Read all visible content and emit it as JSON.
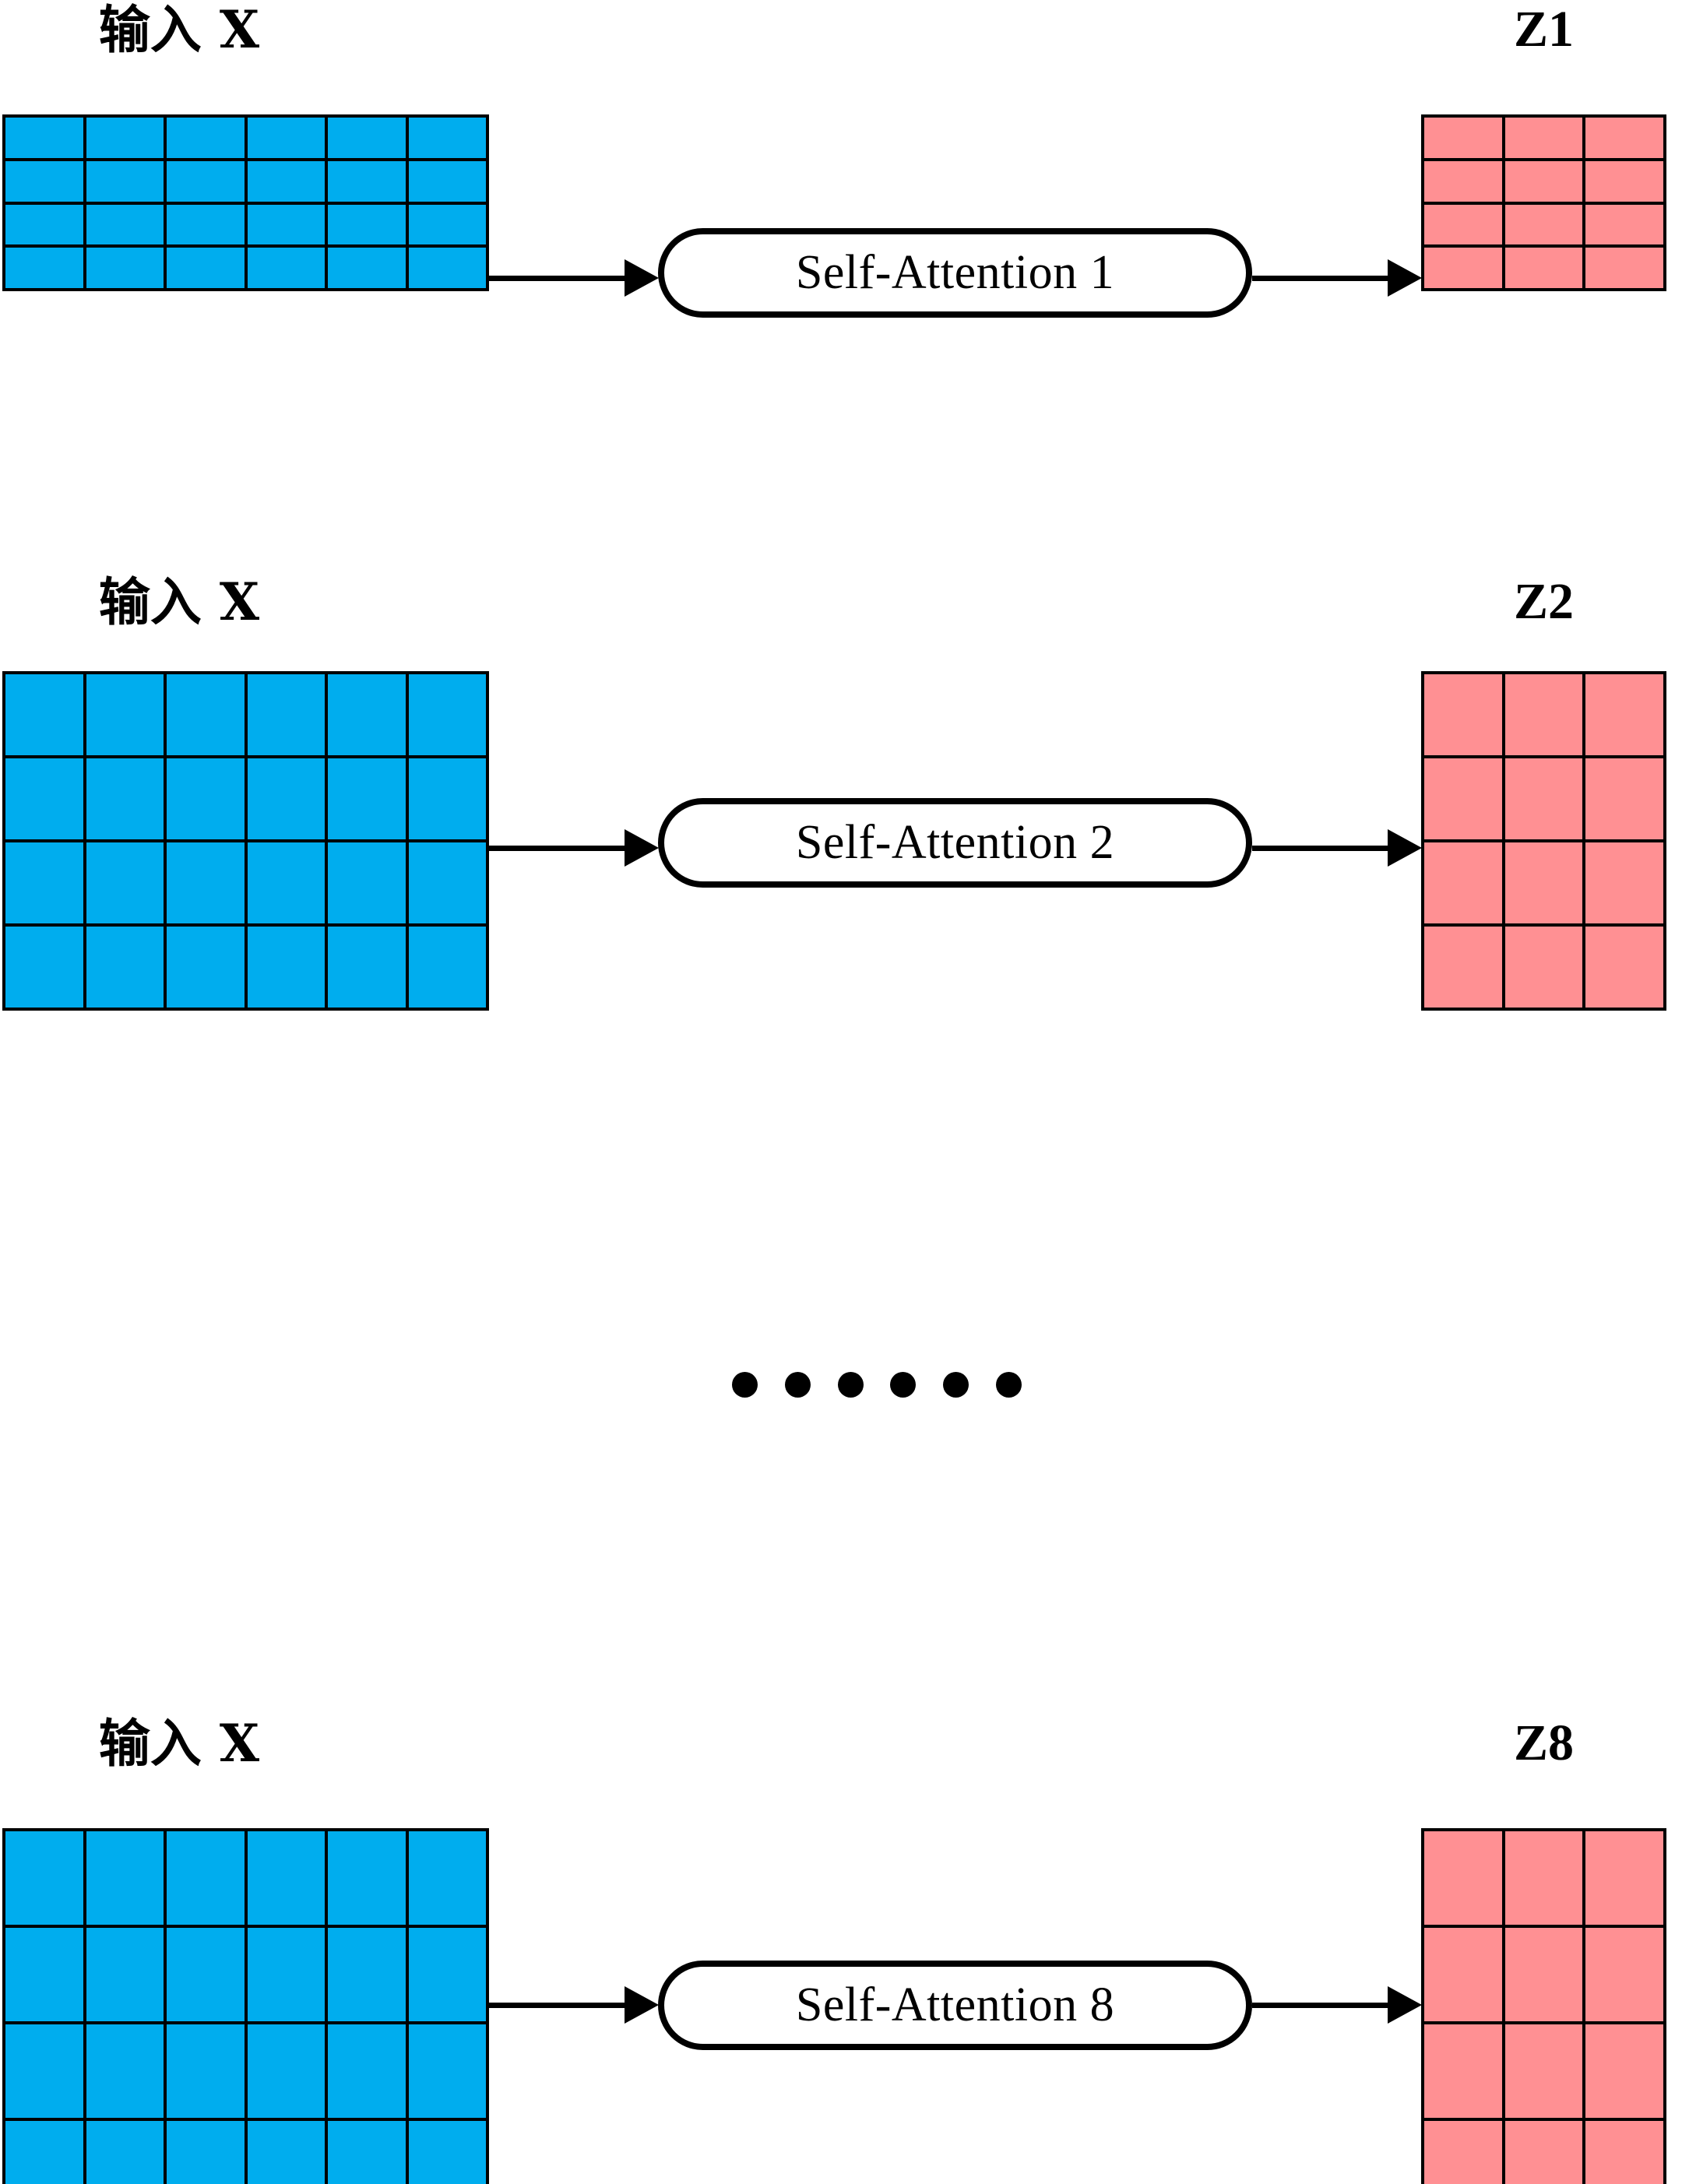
{
  "diagram": {
    "title_unused": "",
    "colors": {
      "input_matrix": "#00ADEE",
      "output_matrix": "#FF9093",
      "stroke": "#000000",
      "background": "#FFFFFF"
    },
    "input_label": "输入  X",
    "matrix_shape": {
      "input_rows": 4,
      "input_cols": 6,
      "output_rows": 4,
      "output_cols": 3
    },
    "ellipsis_dot_count": 6,
    "rows": [
      {
        "input_label": "输入  X",
        "block_label": "Self-Attention 1",
        "output_label": "Z1"
      },
      {
        "input_label": "输入  X",
        "block_label": "Self-Attention 2",
        "output_label": "Z2"
      },
      {
        "input_label": "输入  X",
        "block_label": "Self-Attention 8",
        "output_label": "Z8"
      }
    ]
  }
}
